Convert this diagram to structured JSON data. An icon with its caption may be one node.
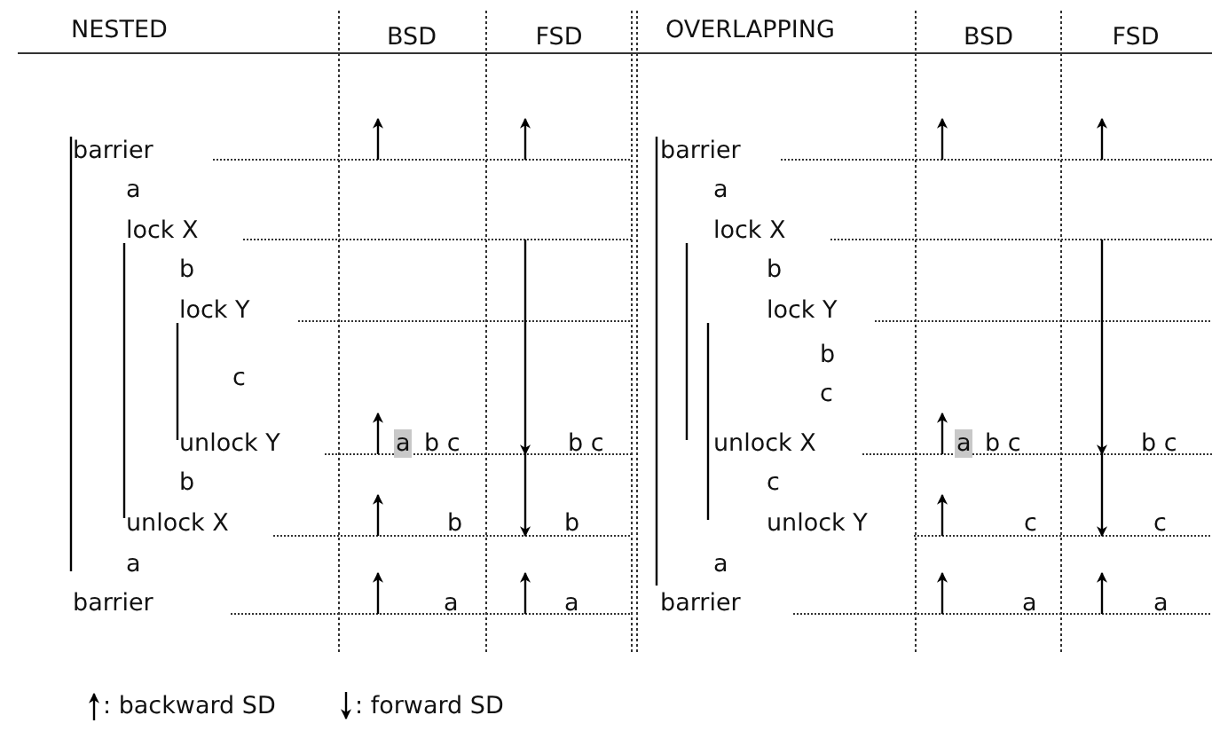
{
  "diagram": {
    "labels": [
      "NESTED",
      "BSD",
      "FSD",
      "OVERLAPPING",
      "BSD",
      "FSD",
      "barrier",
      "a",
      "lock X",
      "b",
      "lock Y",
      "c",
      "unlock Y",
      "b",
      "unlock X",
      "a",
      "barrier",
      "a",
      "b c",
      "b c",
      "b",
      "b",
      "a",
      "a",
      "barrier",
      "a",
      "lock X",
      "b",
      "lock Y",
      "b",
      "c",
      "unlock X",
      "c",
      "unlock Y",
      "a",
      "barrier",
      "a",
      "b c",
      "b c",
      "c",
      "c",
      "a",
      "a"
    ],
    "legend": [
      {
        "text": ": backward SD"
      },
      {
        "text": ": forward SD"
      }
    ]
  }
}
